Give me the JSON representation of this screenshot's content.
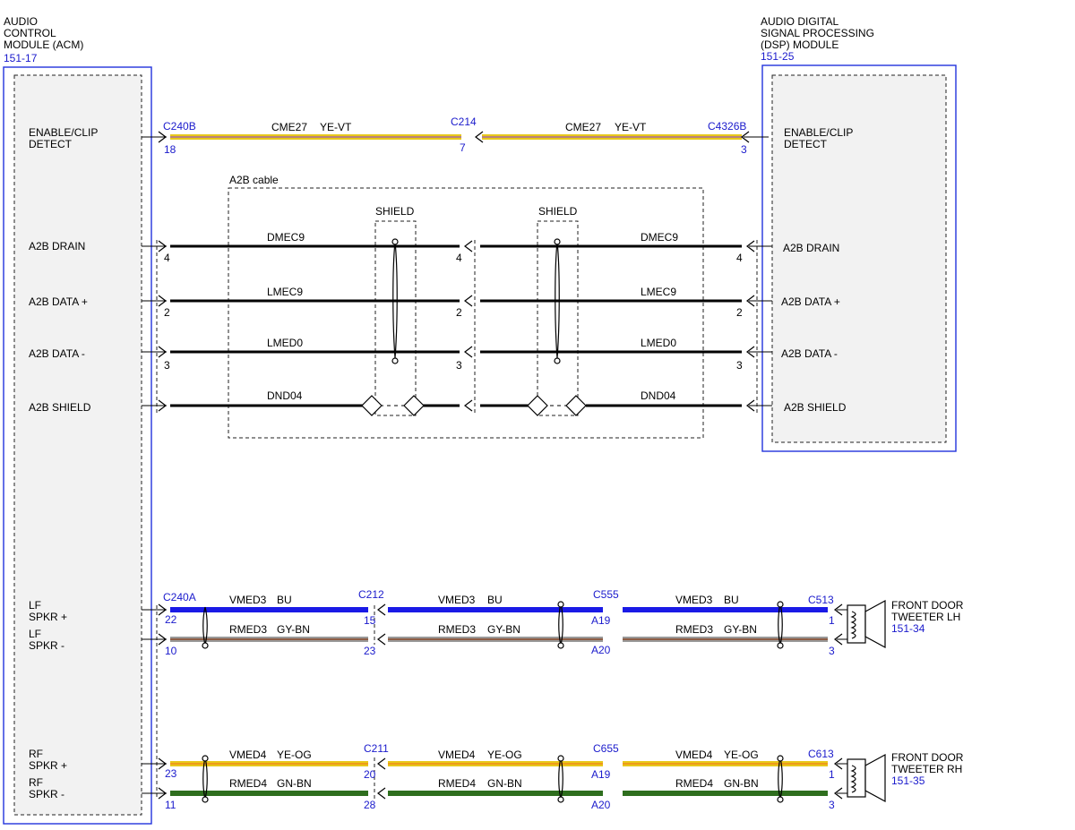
{
  "modules": {
    "acm": {
      "title": [
        "AUDIO",
        "CONTROL",
        "MODULE (ACM)"
      ],
      "ref": "151-17"
    },
    "dsp": {
      "title": [
        "AUDIO DIGITAL",
        "SIGNAL PROCESSING",
        "(DSP) MODULE"
      ],
      "ref": "151-25"
    }
  },
  "acm_pins": [
    [
      "ENABLE/CLIP",
      "DETECT"
    ],
    [
      "A2B DRAIN"
    ],
    [
      "A2B DATA +"
    ],
    [
      "A2B DATA -"
    ],
    [
      "A2B SHIELD"
    ],
    [
      "LF",
      "SPKR +"
    ],
    [
      "LF",
      "SPKR -"
    ],
    [
      "RF",
      "SPKR +"
    ],
    [
      "RF",
      "SPKR -"
    ]
  ],
  "dsp_pins": [
    [
      "ENABLE/CLIP",
      "DETECT"
    ],
    [
      "A2B DRAIN"
    ],
    [
      "A2B DATA +"
    ],
    [
      "A2B DATA -"
    ],
    [
      "A2B SHIELD"
    ]
  ],
  "cable": {
    "label": "A2B cable",
    "shield_label": "SHIELD"
  },
  "speakers": {
    "lh": {
      "title": [
        "FRONT DOOR",
        "TWEETER LH"
      ],
      "ref": "151-34"
    },
    "rh": {
      "title": [
        "FRONT DOOR",
        "TWEETER RH"
      ],
      "ref": "151-35"
    }
  },
  "connectors": {
    "enable_left": "C240B",
    "enable_mid": "C214",
    "enable_right": "C4326B",
    "lf_1": "C240A",
    "lf_2": "C212",
    "lf_3": "C555",
    "lf_4": "C513",
    "rf_2": "C211",
    "rf_3": "C655",
    "rf_4": "C613"
  },
  "pins": {
    "enable": [
      "18",
      "7",
      "3"
    ],
    "drain": [
      "4",
      "4",
      "4"
    ],
    "data_pos": [
      "2",
      "2",
      "2"
    ],
    "data_neg": [
      "3",
      "3",
      "3"
    ],
    "lf_pos": [
      "22",
      "15",
      "A19",
      "1"
    ],
    "lf_neg": [
      "10",
      "23",
      "A20",
      "3"
    ],
    "rf_pos": [
      "23",
      "20",
      "A19",
      "1"
    ],
    "rf_neg": [
      "11",
      "28",
      "A20",
      "3"
    ]
  },
  "circuits": {
    "enable": {
      "name": "CME27",
      "color": "YE-VT"
    },
    "drain": "DMEC9",
    "data_pos": "LMEC9",
    "data_neg": "LMED0",
    "shield": "DND04",
    "lf_pos": {
      "name": "VMED3",
      "color": "BU"
    },
    "lf_neg": {
      "name": "RMED3",
      "color": "GY-BN"
    },
    "rf_pos": {
      "name": "VMED4",
      "color": "YE-OG"
    },
    "rf_neg": {
      "name": "RMED4",
      "color": "GN-BN"
    }
  },
  "wire_colors": {
    "yellow": "#e8c81a",
    "violet": "#9b59b6",
    "blue": "#1a1ae6",
    "gray": "#999999",
    "brown": "#8b4a2b",
    "green": "#2e6e1e",
    "orange": "#f08c1a",
    "black": "#000000"
  }
}
